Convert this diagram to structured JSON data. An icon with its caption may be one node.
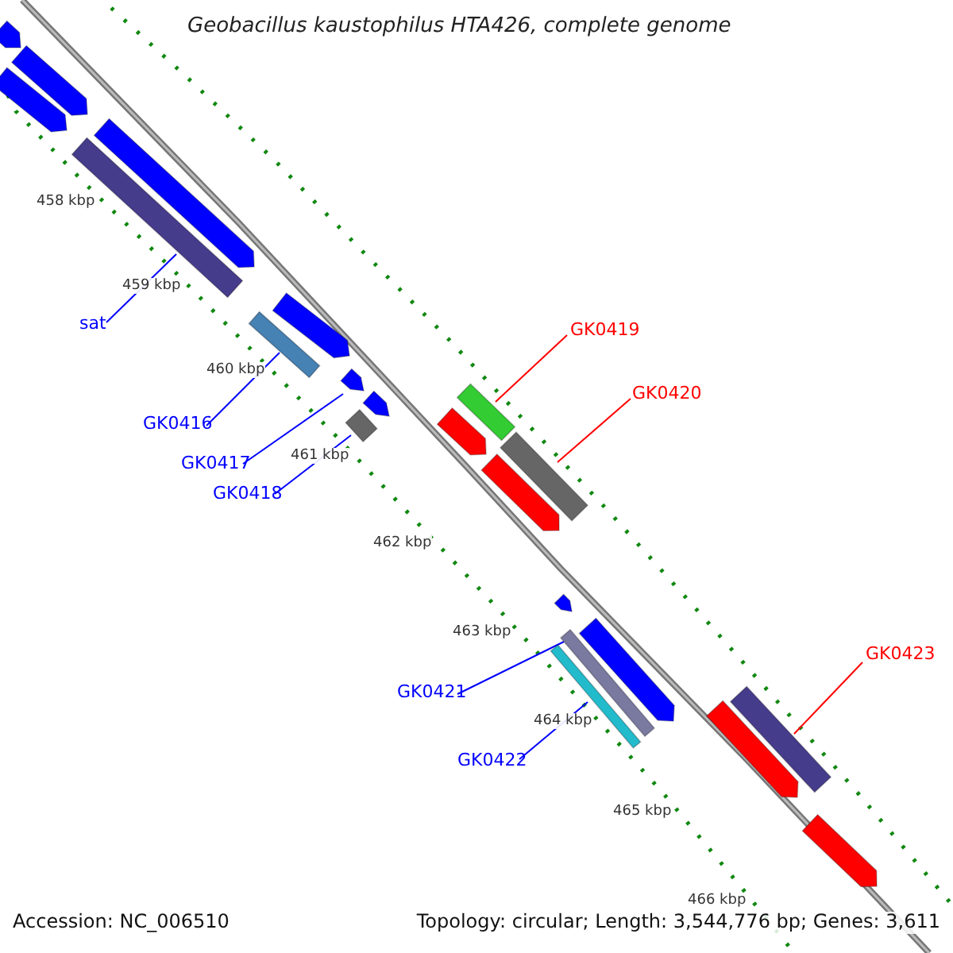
{
  "diagram": {
    "title": "Geobacillus kaustophilus HTA426, complete genome",
    "nodes": [
      {
        "text": [
          "sat"
        ]
      },
      {
        "text": [
          "GK0416"
        ]
      },
      {
        "text": [
          "GK0417"
        ]
      },
      {
        "text": [
          "GK0418"
        ]
      },
      {
        "text": [
          "GK0419"
        ]
      },
      {
        "text": [
          "GK0420"
        ]
      },
      {
        "text": [
          "GK0421"
        ]
      },
      {
        "text": [
          "GK0422"
        ]
      },
      {
        "text": [
          "GK0423"
        ]
      },
      {
        "text": [],
        "shape": "bar"
      },
      {
        "text": [],
        "shape": "bar"
      },
      {
        "text": [],
        "shape": "bar"
      },
      {
        "text": [],
        "shape": "bar"
      },
      {
        "text": [],
        "shape": "bar"
      },
      {
        "text": [],
        "shape": "bar"
      },
      {
        "text": [],
        "shape": "bar"
      },
      {
        "text": [],
        "shape": "bar"
      },
      {
        "text": [],
        "shape": "bar"
      },
      {
        "text": [],
        "shape": "bar"
      },
      {
        "text": [],
        "shape": "bar"
      },
      {
        "text": [],
        "shape": "bar"
      },
      {
        "text": [],
        "shape": "bar"
      },
      {
        "text": [],
        "shape": "bar"
      },
      {
        "text": [],
        "shape": "bar"
      },
      {
        "text": [],
        "shape": "bar"
      },
      {
        "text": [],
        "shape": "bar"
      },
      {
        "text": [],
        "shape": "bar"
      },
      {
        "text": [],
        "shape": "bar"
      },
      {
        "text": [],
        "shape": "bar"
      },
      {
        "text": [],
        "shape": "bar"
      }
    ],
    "edges": [
      {
        "from": 0,
        "to": 9,
        "arrow": "none"
      },
      {
        "from": 1,
        "to": 10,
        "arrow": "none"
      },
      {
        "from": 2,
        "to": 11,
        "arrow": "none"
      },
      {
        "from": 3,
        "to": 12,
        "arrow": "none"
      },
      {
        "from": 4,
        "to": 13,
        "arrow": "none",
        "color": "#ff0000"
      },
      {
        "from": 5,
        "to": 14,
        "arrow": "none",
        "color": "#ff0000"
      },
      {
        "from": 6,
        "to": 15,
        "arrow": "none"
      },
      {
        "from": 7,
        "to": 16,
        "arrow": "none"
      },
      {
        "from": 8,
        "to": 17,
        "arrow": "none",
        "color": "#ff0000"
      }
    ],
    "labels": [
      "458 kbp",
      "459 kbp",
      "460 kbp",
      "461 kbp",
      "462 kbp",
      "463 kbp",
      "464 kbp",
      "465 kbp",
      "466 kbp",
      "Accession: NC_006510",
      "Topology: circular; Length: 3,544,776 bp; Genes: 3,611"
    ]
  }
}
